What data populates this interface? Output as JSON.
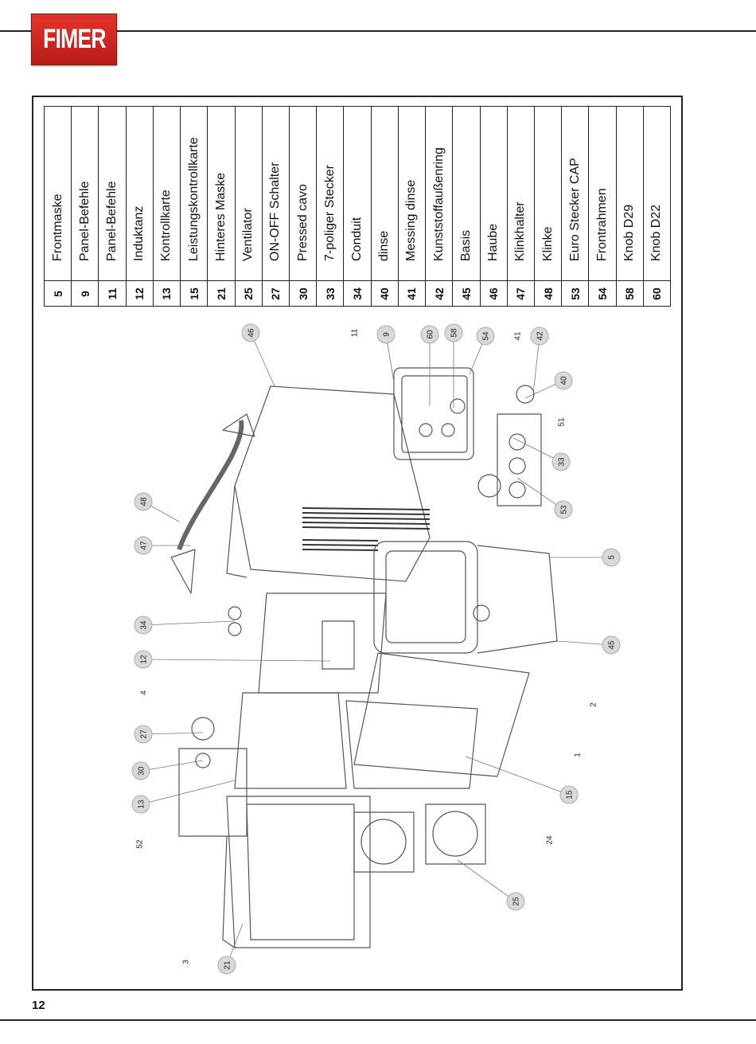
{
  "header": {
    "logo_text": "FIMER",
    "brand_color": "#d42a23"
  },
  "legend": [
    {
      "num": "5",
      "name": "Frontmaske"
    },
    {
      "num": "9",
      "name": "Panel-Befehle"
    },
    {
      "num": "11",
      "name": "Panel-Befehle"
    },
    {
      "num": "12",
      "name": "Induktanz"
    },
    {
      "num": "13",
      "name": "Kontrollkarte"
    },
    {
      "num": "15",
      "name": "Leistungskontrollkarte"
    },
    {
      "num": "21",
      "name": "Hinteres Maske"
    },
    {
      "num": "25",
      "name": "Ventilator"
    },
    {
      "num": "27",
      "name": "ON-OFF Schalter"
    },
    {
      "num": "30",
      "name": "Pressed cavo"
    },
    {
      "num": "33",
      "name": "7-poliger Stecker"
    },
    {
      "num": "34",
      "name": "Conduit"
    },
    {
      "num": "40",
      "name": "dinse"
    },
    {
      "num": "41",
      "name": "Messing dinse"
    },
    {
      "num": "42",
      "name": "Kunststoffaußenring"
    },
    {
      "num": "45",
      "name": "Basis"
    },
    {
      "num": "46",
      "name": "Haube"
    },
    {
      "num": "47",
      "name": "Klinkhalter"
    },
    {
      "num": "48",
      "name": "Klinke"
    },
    {
      "num": "53",
      "name": "Euro Stecker CAP"
    },
    {
      "num": "54",
      "name": "Frontrahmen"
    },
    {
      "num": "58",
      "name": "Knob D29"
    },
    {
      "num": "60",
      "name": "Knob D22"
    }
  ],
  "callouts": {
    "circled": [
      "46",
      "9",
      "60",
      "58",
      "54",
      "42",
      "40",
      "33",
      "53",
      "5",
      "45",
      "15",
      "25",
      "21",
      "13",
      "30",
      "27",
      "12",
      "34",
      "47",
      "48"
    ],
    "plain": [
      "11",
      "41",
      "51",
      "2",
      "1",
      "24",
      "3",
      "52",
      "4"
    ]
  },
  "footer": {
    "page_number": "12"
  }
}
